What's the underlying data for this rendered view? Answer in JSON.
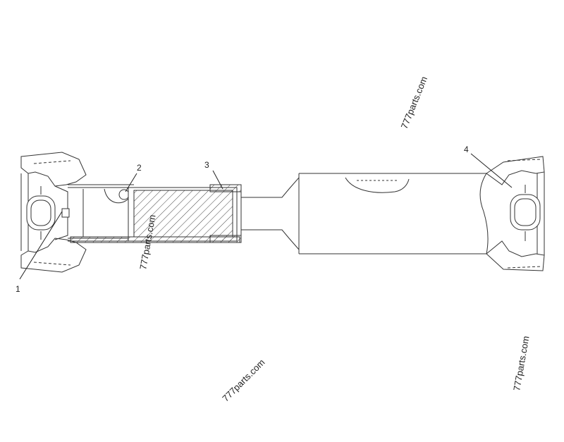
{
  "diagram": {
    "type": "exploded parts drawing — drive shaft assembly",
    "callouts": [
      "1",
      "2",
      "3",
      "4"
    ]
  },
  "watermark": "777parts.com"
}
